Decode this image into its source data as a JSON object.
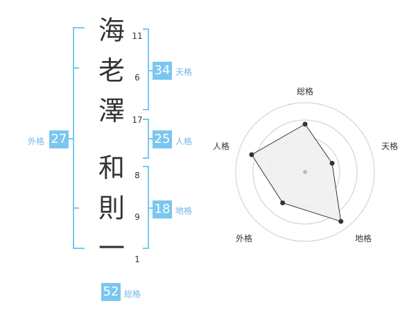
{
  "name": {
    "chars": [
      "海",
      "老",
      "澤",
      "和",
      "則",
      "一"
    ],
    "strokes": [
      "11",
      "6",
      "17",
      "8",
      "9",
      "1"
    ]
  },
  "fortune": {
    "tenkaku": {
      "value": "34",
      "label": "天格"
    },
    "jinkaku": {
      "value": "25",
      "label": "人格"
    },
    "chikaku": {
      "value": "18",
      "label": "地格"
    },
    "gaikaku": {
      "value": "27",
      "label": "外格"
    },
    "soukaku": {
      "value": "52",
      "label": "総格"
    }
  },
  "chart_data": {
    "type": "radar",
    "axes": [
      "総格",
      "天格",
      "地格",
      "外格",
      "人格"
    ],
    "values": [
      0.69,
      0.41,
      0.88,
      0.55,
      0.81
    ],
    "rings": 4,
    "colors": {
      "fill": "#eeeeee",
      "stroke": "#333333",
      "grid": "#cccccc",
      "point": "#333333"
    }
  }
}
